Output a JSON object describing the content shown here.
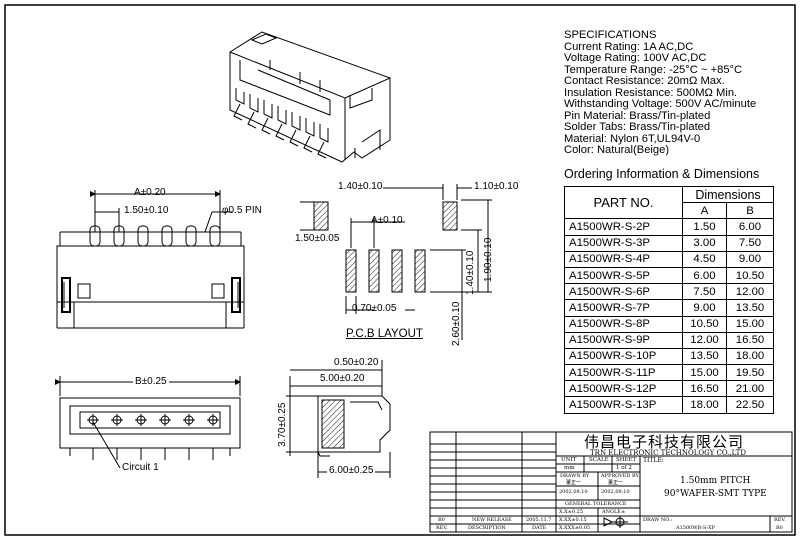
{
  "specifications": {
    "heading": "SPECIFICATIONS",
    "lines": [
      "Current Rating: 1A AC,DC",
      "Voltage Rating: 100V AC,DC",
      "Temperature Range: -25°C ~ +85°C",
      "Contact Resistance: 20mΩ Max.",
      "Insulation Resistance: 500MΩ Min.",
      "Withstanding Voltage: 500V AC/minute",
      "Pin Material: Brass/Tin-plated",
      "Solder Tabs: Brass/Tin-plated",
      "Material: Nylon 6T,UL94V-0",
      "Color: Natural(Beige)"
    ]
  },
  "ordering": {
    "heading": "Ordering Information & Dimensions",
    "col_part": "PART NO.",
    "col_dims": "Dimensions",
    "col_a": "A",
    "col_b": "B",
    "rows": [
      {
        "part": "A1500WR-S-2P",
        "a": "1.50",
        "b": "6.00"
      },
      {
        "part": "A1500WR-S-3P",
        "a": "3.00",
        "b": "7.50"
      },
      {
        "part": "A1500WR-S-4P",
        "a": "4.50",
        "b": "9.00"
      },
      {
        "part": "A1500WR-S-5P",
        "a": "6.00",
        "b": "10.50"
      },
      {
        "part": "A1500WR-S-6P",
        "a": "7.50",
        "b": "12.00"
      },
      {
        "part": "A1500WR-S-7P",
        "a": "9.00",
        "b": "13.50"
      },
      {
        "part": "A1500WR-S-8P",
        "a": "10.50",
        "b": "15.00"
      },
      {
        "part": "A1500WR-S-9P",
        "a": "12.00",
        "b": "16.50"
      },
      {
        "part": "A1500WR-S-10P",
        "a": "13.50",
        "b": "18.00"
      },
      {
        "part": "A1500WR-S-11P",
        "a": "15.00",
        "b": "19.50"
      },
      {
        "part": "A1500WR-S-12P",
        "a": "16.50",
        "b": "21.00"
      },
      {
        "part": "A1500WR-S-13P",
        "a": "18.00",
        "b": "22.50"
      }
    ]
  },
  "front_view": {
    "dim_a": "A±0.20",
    "dim_pitch": "1.50±0.10",
    "dim_pin": "φ0.5 PIN"
  },
  "pcb_layout": {
    "title": "P.C.B LAYOUT",
    "dim_140": "1.40±0.10",
    "dim_110": "1.10±0.10",
    "dim_a": "A±0.10",
    "dim_150": "1.50±0.05",
    "dim_070": "0.70±0.05",
    "dim_140v": "1.40±0.10",
    "dim_190v": "1.90±0.10",
    "dim_260v": "2.60±0.10"
  },
  "top_view": {
    "dim_b": "B±0.25",
    "circuit_label": "Circuit 1"
  },
  "side_view": {
    "dim_050": "0.50±0.20",
    "dim_500": "5.00±0.20",
    "dim_370": "3.70±0.25",
    "dim_600": "6.00±0.25"
  },
  "title_block": {
    "company_cn": "伟昌电子科技有限公司",
    "company_en": "TRN ELECTRONIC TECHNOLOGY CO.,LTD",
    "unit_label": "UNIT",
    "unit_value": "mm",
    "scale_label": "SCALE",
    "sheet_label": "SHEET",
    "sheet_value": "1 of 2",
    "title_label": "TITLE:",
    "title_line1": "1.50mm PITCH",
    "title_line2": "90°WAFER-SMT TYPE",
    "drawn_by_label": "DRAWN BY",
    "drawn_by_name": "董正一",
    "approved_by_label": "APPROVED BY",
    "approved_by_name": "董正一",
    "drawn_date": "2002.09.10",
    "approved_date": "2002.09.10",
    "general_tolerance": "GENERAL TOLERANCE",
    "tol_1": "X.X±0.25",
    "tol_2": "X.XX±0.15",
    "tol_3": "X.XXX±0.05",
    "angle_label": "ANGLE±",
    "drawing_no_label": "DRAW NO.:",
    "drawing_no": "A1500WR-S-XP",
    "rev_label": "REV.",
    "rev_value": "B0",
    "rev_row_rev": "B0",
    "rev_row_desc": "NEW RELEASE",
    "rev_row_date": "2005.11.7",
    "hdr_rev": "REV.",
    "hdr_desc": "DESCRIPTION",
    "hdr_date": "DATE"
  }
}
